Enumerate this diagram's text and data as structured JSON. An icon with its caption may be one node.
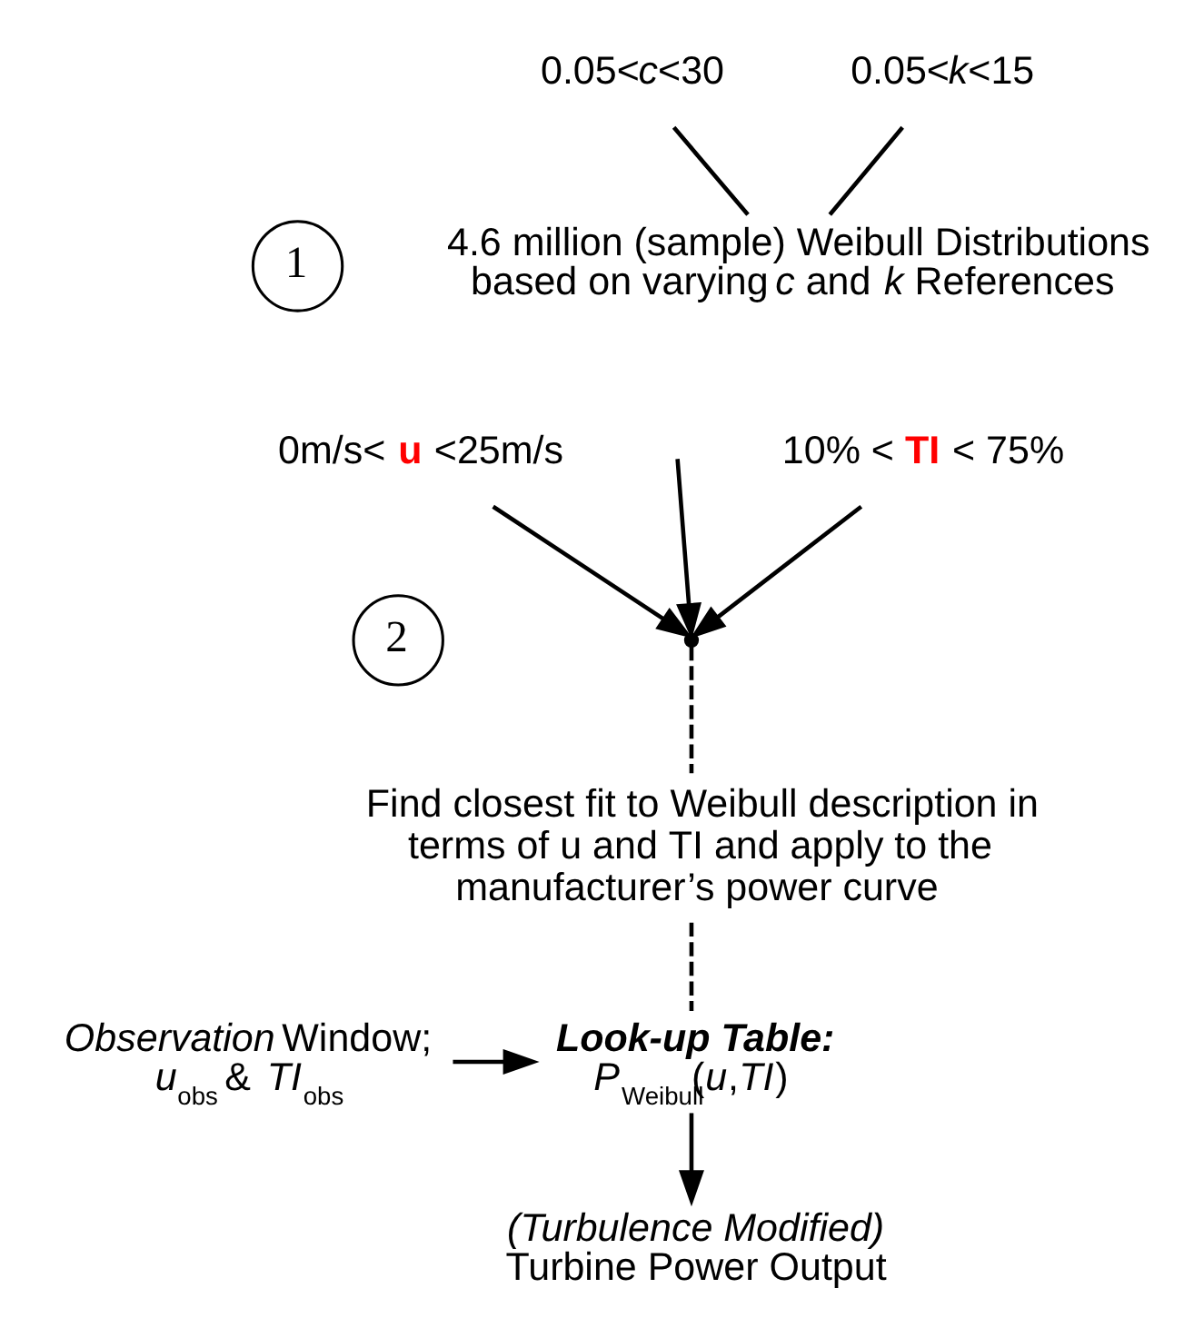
{
  "diagram": {
    "nodes": [
      {
        "text": [
          "0.05<*c*<30"
        ]
      },
      {
        "text": [
          "0.05<*k*<15"
        ]
      },
      {
        "text": [
          "1"
        ]
      },
      {
        "text": [
          "4.6 million (sample) Weibull Distributions based on varying *c* and *k* References"
        ]
      },
      {
        "text": [
          "0m/s< **u** <25m/s"
        ]
      },
      {
        "text": [
          "10% < **TI** < 75%"
        ]
      },
      {
        "text": [
          "2"
        ]
      },
      {
        "text": [],
        "shape": "point"
      },
      {
        "text": [
          "Find closest fit to Weibull description in terms of u and TI and apply to the manufacturer’s power curve"
        ]
      },
      {
        "text": [
          "*Observation* Window;",
          "*u*$_{obs}$ & *TI*$_{obs}$"
        ]
      },
      {
        "text": [
          "Look-up Table:",
          "*P*$_{Weibull}$(*u*,*TI*)"
        ]
      },
      {
        "text": [
          "(Turbulence Modified)",
          "Turbine Power Output"
        ]
      }
    ],
    "edges": [
      {
        "from": 0,
        "to": 3,
        "arrow": "none"
      },
      {
        "from": 1,
        "to": 3,
        "arrow": "none"
      },
      {
        "from": 4,
        "to": 7,
        "arrow": "to"
      },
      {
        "from": null,
        "to": 7,
        "arrow": "to"
      },
      {
        "from": 5,
        "to": 7,
        "arrow": "to"
      },
      {
        "from": 7,
        "to": 8,
        "arrow": "none",
        "style": "dashed"
      },
      {
        "from": 8,
        "to": 10,
        "arrow": "none",
        "style": "dashed"
      },
      {
        "from": 9,
        "to": 10,
        "arrow": "to"
      },
      {
        "from": 10,
        "to": 11,
        "arrow": "to"
      }
    ]
  }
}
